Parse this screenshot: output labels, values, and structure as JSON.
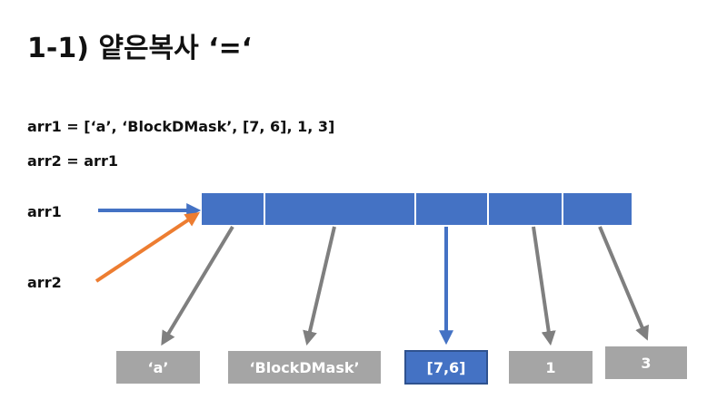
{
  "title": "1-1) 얕은복사 ‘=‘",
  "code": {
    "line1": "arr1 = [‘a’, ‘BlockDMask’, [7, 6], 1, 3]",
    "line2": "arr2 = arr1"
  },
  "labels": {
    "arr1": "arr1",
    "arr2": "arr2"
  },
  "elements": [
    {
      "text": "‘a’",
      "style": "gray"
    },
    {
      "text": "‘BlockDMask’",
      "style": "gray"
    },
    {
      "text": "[7,6]",
      "style": "blue"
    },
    {
      "text": "1",
      "style": "gray"
    },
    {
      "text": "3",
      "style": "gray"
    }
  ],
  "colors": {
    "array_fill": "#4472c4",
    "gray_box": "#a5a5a5",
    "gray_arrow": "#7f7f7f",
    "arr1_arrow": "#4472c4",
    "arr2_arrow": "#ed7d31"
  }
}
